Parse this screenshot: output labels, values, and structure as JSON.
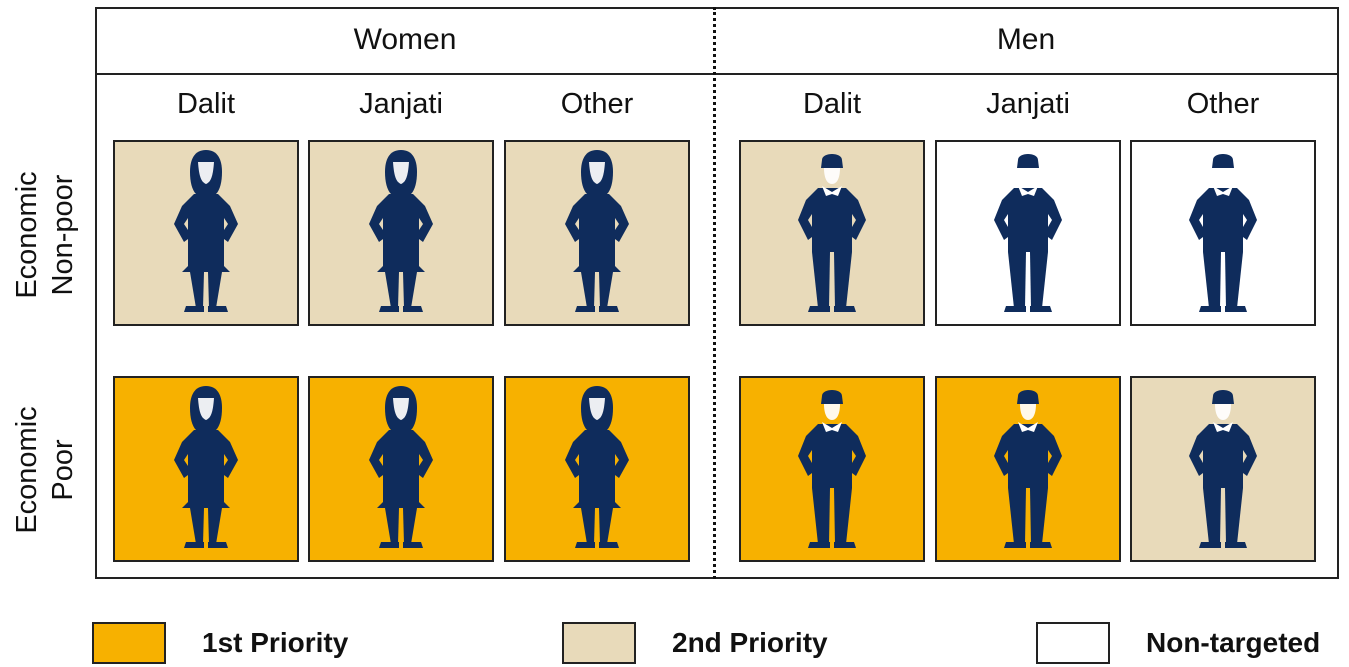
{
  "colors": {
    "first_priority": "#F7B100",
    "second_priority": "#E8DABA",
    "non_targeted": "#FFFFFF",
    "figure": "#0F2C5C"
  },
  "groups": [
    {
      "label": "Women",
      "columns": [
        "Dalit",
        "Janjati",
        "Other"
      ],
      "icon": "woman-figure-icon"
    },
    {
      "label": "Men",
      "columns": [
        "Dalit",
        "Janjati",
        "Other"
      ],
      "icon": "man-figure-icon"
    }
  ],
  "rows": [
    {
      "label_line1": "Economic",
      "label_line2": "Non-poor",
      "cells": [
        "second",
        "second",
        "second",
        "second",
        "none",
        "none"
      ]
    },
    {
      "label_line1": "Economic",
      "label_line2": "Poor",
      "cells": [
        "first",
        "first",
        "first",
        "first",
        "first",
        "second"
      ]
    }
  ],
  "legend": [
    {
      "key": "first",
      "label": "1st Priority"
    },
    {
      "key": "second",
      "label": "2nd Priority"
    },
    {
      "key": "none",
      "label": "Non-targeted"
    }
  ]
}
